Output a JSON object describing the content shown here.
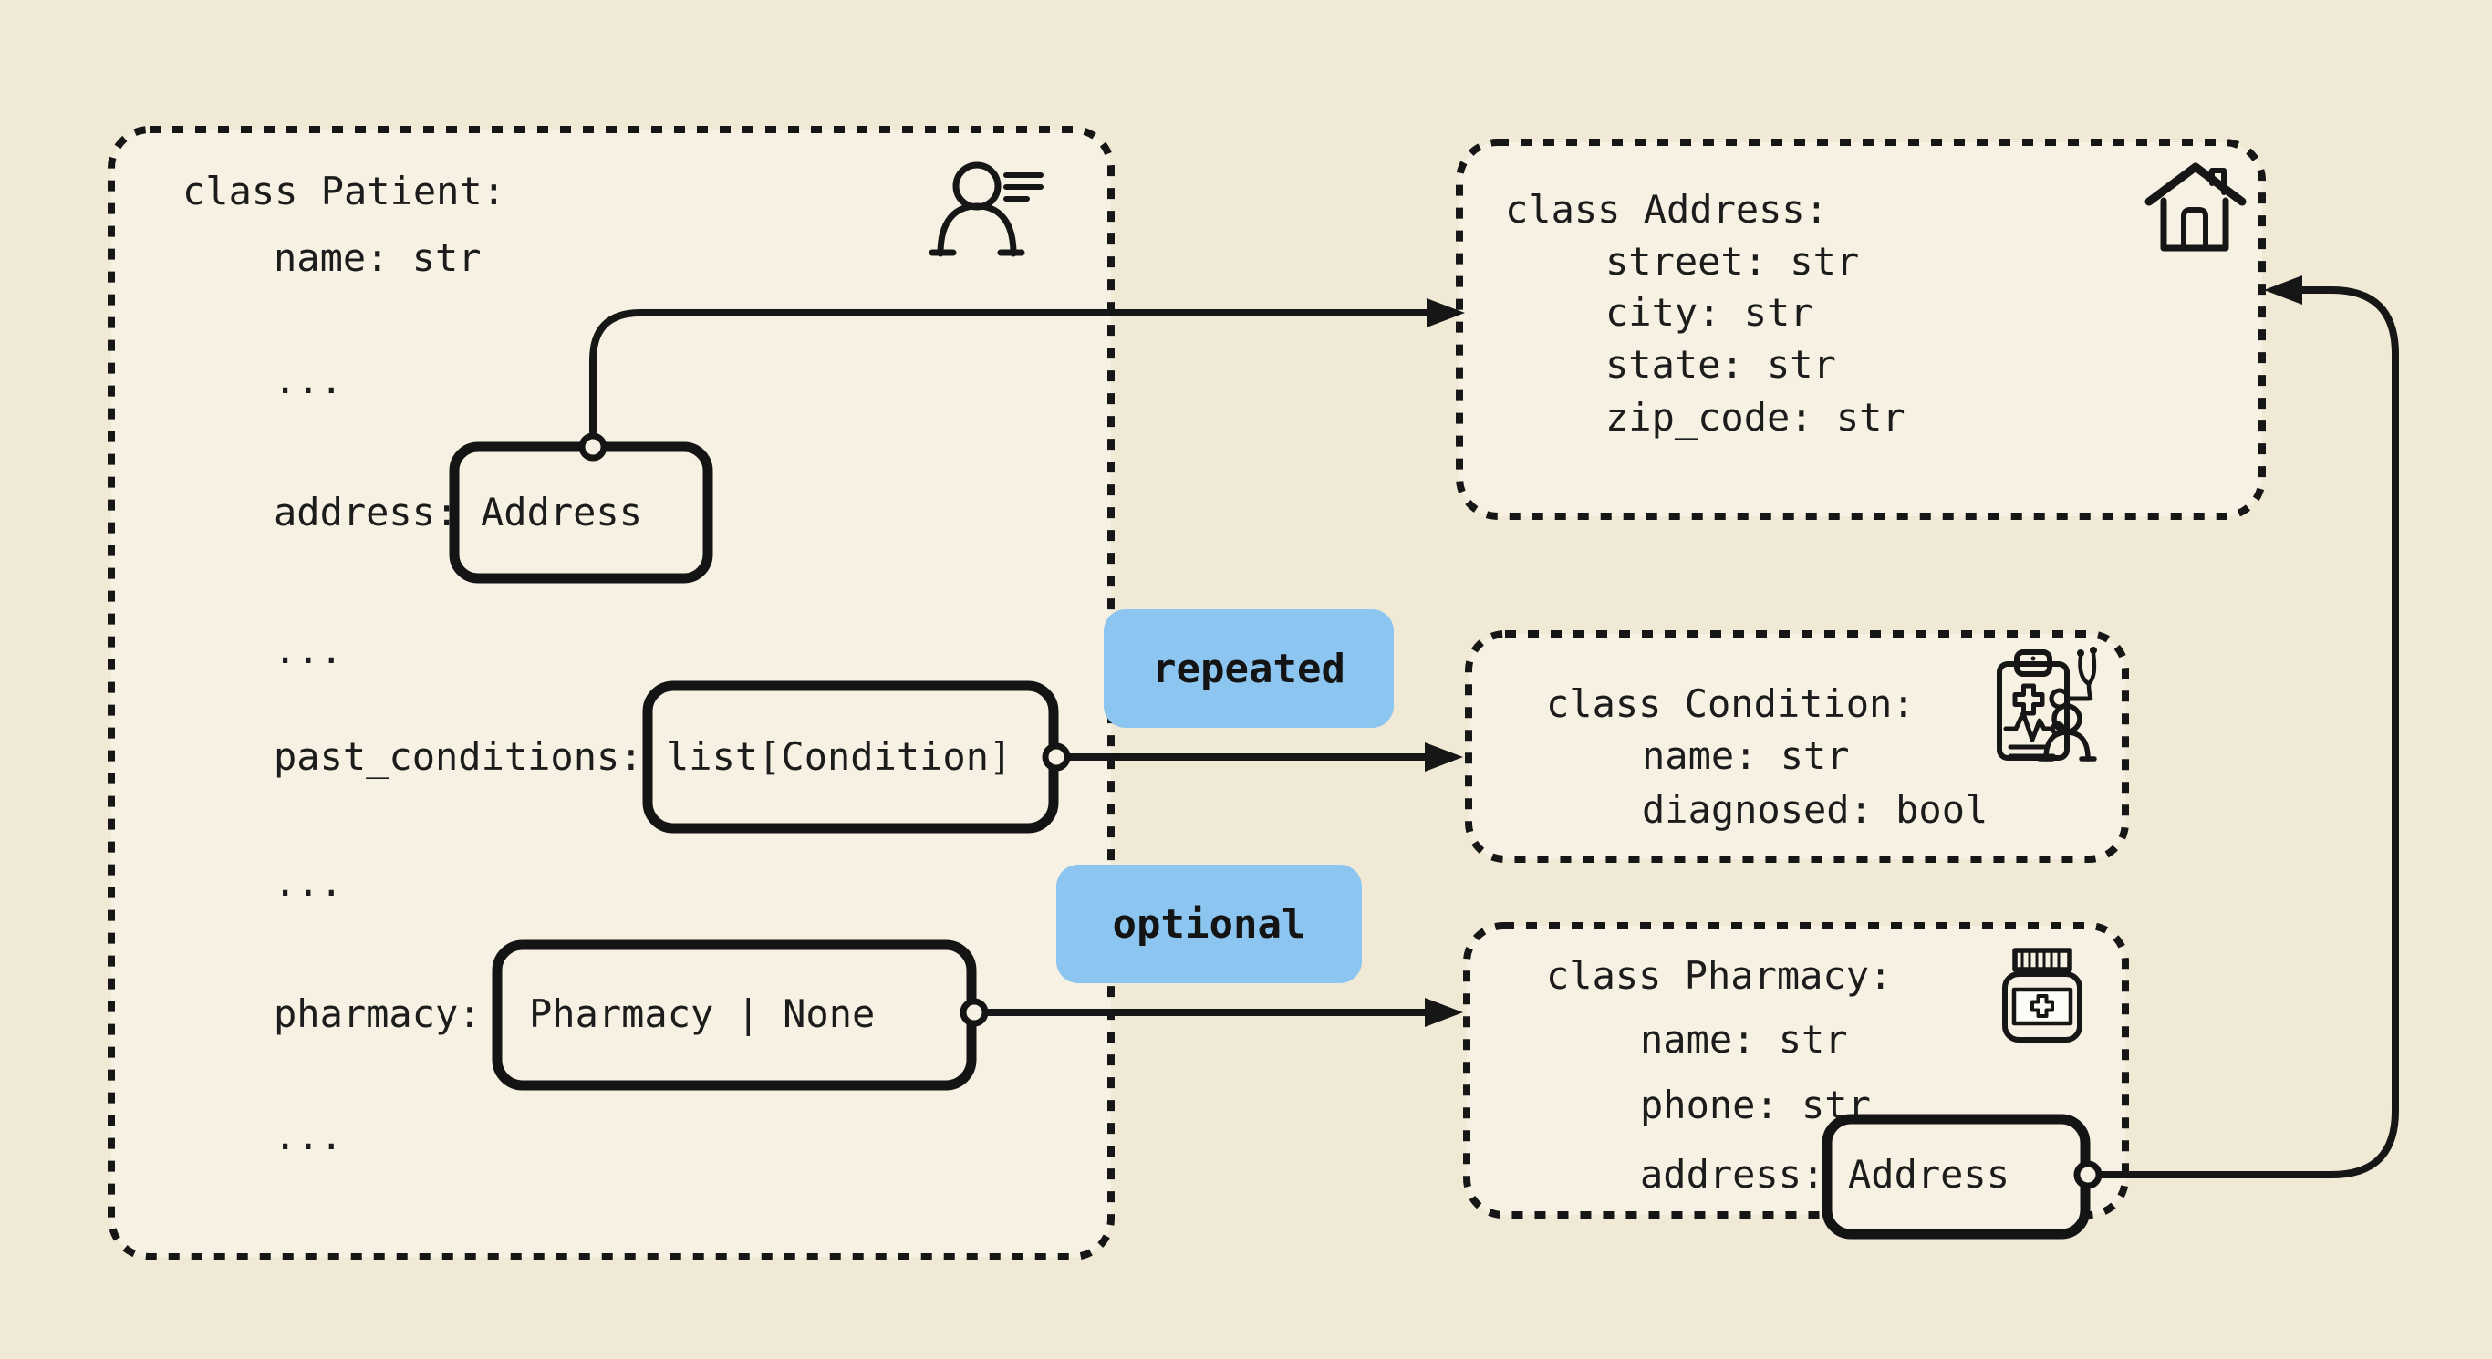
{
  "colors": {
    "page_bg": "#f0e9d6",
    "panel_fill": "#f6f1e2",
    "ink": "#161616",
    "accent_blue": "#8cc6f0"
  },
  "classes": {
    "patient": {
      "title": "class Patient:",
      "icon": "person-list-icon",
      "ellipsis": "...",
      "fields": {
        "name": "name: str",
        "address_label": "address:",
        "address_type": "Address",
        "past_conditions_label": "past_conditions:",
        "past_conditions_type": "list[Condition]",
        "pharmacy_label": "pharmacy:",
        "pharmacy_type": "Pharmacy | None"
      }
    },
    "address": {
      "title": "class Address:",
      "icon": "house-icon",
      "fields": {
        "street": "street: str",
        "city": "city: str",
        "state": "state: str",
        "zip_code": "zip_code: str"
      }
    },
    "condition": {
      "title": "class Condition:",
      "icon": "medical-clipboard-icon",
      "fields": {
        "name": "name: str",
        "diagnosed": "diagnosed: bool"
      }
    },
    "pharmacy": {
      "title": "class Pharmacy:",
      "icon": "pill-bottle-icon",
      "fields": {
        "name": "name: str",
        "phone": "phone: str",
        "address_label": "address:",
        "address_type": "Address"
      }
    }
  },
  "edge_labels": {
    "repeated": "repeated",
    "optional": "optional"
  }
}
